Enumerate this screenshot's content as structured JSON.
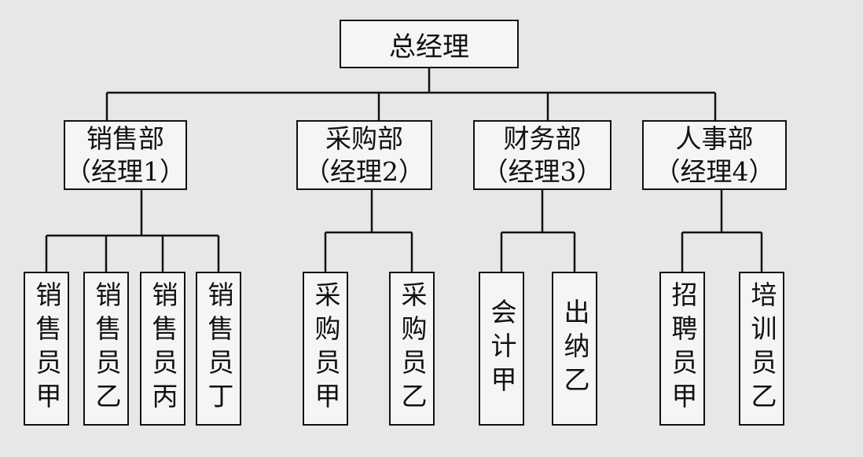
{
  "org_chart": {
    "root": "总经理",
    "departments": [
      {
        "name": "销售部",
        "manager": "（经理1）",
        "staff": [
          "销售员甲",
          "销售员乙",
          "销售员丙",
          "销售员丁"
        ]
      },
      {
        "name": "采购部",
        "manager": "（经理2）",
        "staff": [
          "采购员甲",
          "采购员乙"
        ]
      },
      {
        "name": "财务部",
        "manager": "（经理3）",
        "staff": [
          "会计甲",
          "出纳乙"
        ]
      },
      {
        "name": "人事部",
        "manager": "（经理4）",
        "staff": [
          "招聘员甲",
          "培训员乙"
        ]
      }
    ]
  },
  "colors": {
    "background": "#e7e7e7",
    "box_fill": "#f5f5f5",
    "line": "#111111"
  }
}
